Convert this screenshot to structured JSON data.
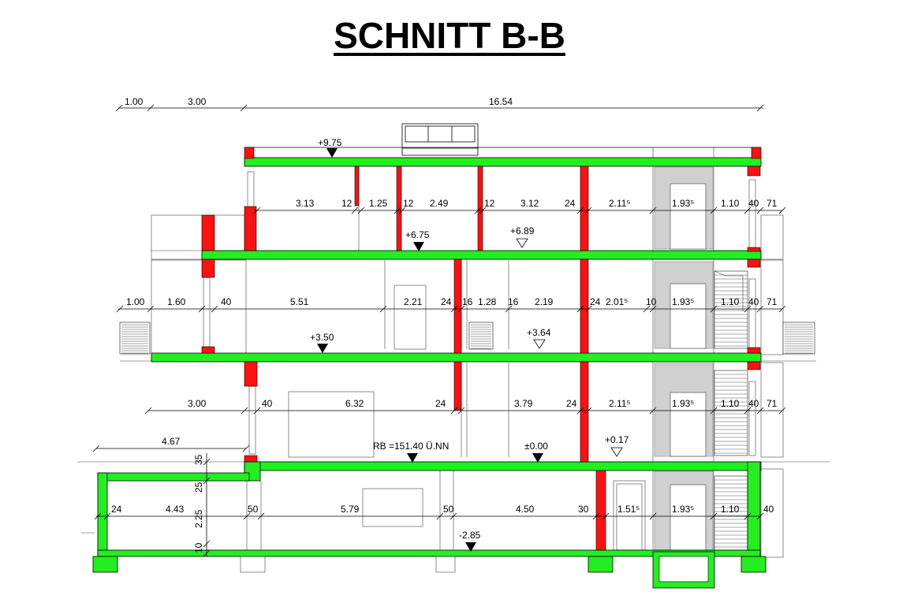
{
  "title": "SCHNITT B-B",
  "colors": {
    "slab": "#22ee22",
    "wall": "#ff1111",
    "stairwell": "#d0d0d0"
  },
  "top_dims": [
    "1.00",
    "3.00",
    "16.54"
  ],
  "levels": {
    "roof": "+9.75",
    "l2_main": "+6.75",
    "l2_alt": "+6.89",
    "l1_main": "+3.50",
    "l1_alt": "+3.64",
    "ground_main": "RB =151.40 Ü.NN",
    "ground_zero": "±0.00",
    "ground_alt": "+0.17",
    "basement": "-2.85"
  },
  "row2": [
    "3.13",
    "12",
    "1.25",
    "12",
    "2.49",
    "12",
    "3.12",
    "24",
    "2.11⁵",
    "1.93⁵",
    "1.10",
    "40",
    "71"
  ],
  "row1": [
    "1.00",
    "1.60",
    "40",
    "5.51",
    "2.21",
    "24",
    "16",
    "1.28",
    "16",
    "2.19",
    "24",
    "2.01⁵",
    "10",
    "1.93⁵",
    "1.10",
    "40",
    "71"
  ],
  "row0": [
    "3.00",
    "40",
    "6.32",
    "24",
    "3.79",
    "24",
    "2.11⁵",
    "1.93⁵",
    "1.10",
    "40",
    "71"
  ],
  "rowE": [
    "4.67"
  ],
  "rowB": [
    "24",
    "4.43",
    "50",
    "5.79",
    "50",
    "4.50",
    "30",
    "1.51⁵",
    "1.93⁵",
    "1.10",
    "40"
  ],
  "vert": [
    "35",
    "25",
    "2.25",
    "10"
  ]
}
